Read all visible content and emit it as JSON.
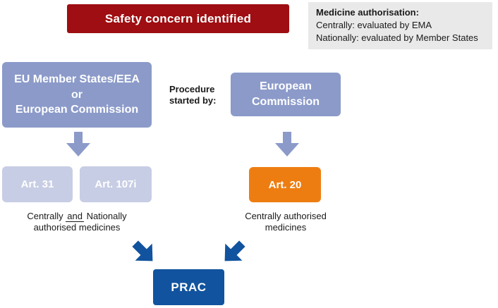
{
  "colors": {
    "dark_red": "#9e0e12",
    "periwinkle": "#8b9ac9",
    "light_periwinkle": "#c7cde4",
    "orange": "#ee7d11",
    "dark_blue": "#11539e",
    "note_gray": "#e9e9e9",
    "text": "#1a1a1a"
  },
  "title_box": {
    "label": "Safety concern identified"
  },
  "note_box": {
    "title": "Medicine authorisation:",
    "line1": "Centrally: evaluated by EMA",
    "line2": "Nationally: evaluated by Member States"
  },
  "procedure_label": {
    "line1": "Procedure",
    "line2": "started by:"
  },
  "left_branch": {
    "source_box": {
      "line1": "EU Member States/EEA",
      "line2": "or",
      "line3": "European Commission"
    },
    "article_1": "Art. 31",
    "article_2": "Art. 107i",
    "caption": {
      "pre": "Centrally ",
      "underlined": "and",
      "post": " Nationally",
      "line2": "authorised medicines"
    }
  },
  "right_branch": {
    "source_box": {
      "line1": "European",
      "line2": "Commission"
    },
    "article": "Art. 20",
    "caption": {
      "line1": "Centrally authorised",
      "line2": "medicines"
    }
  },
  "target_box": {
    "label": "PRAC"
  }
}
